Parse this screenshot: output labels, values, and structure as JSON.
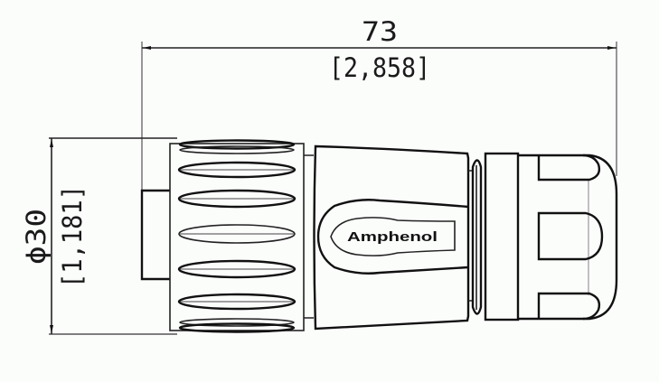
{
  "drawing": {
    "title": "Connector outline drawing",
    "background": "#fbfdfb",
    "line_color": "#111111"
  },
  "dimensions": {
    "length": {
      "value_mm": "73",
      "value_in": "[2,858]"
    },
    "diameter": {
      "value_mm": "ϕ30",
      "value_in": "[1,181]"
    }
  },
  "part": {
    "brand_label": "Amphenol",
    "sections": [
      "coupling-nut",
      "body",
      "sealing-ring",
      "cable-gland"
    ],
    "coupling_nut_grip_count": 7
  }
}
